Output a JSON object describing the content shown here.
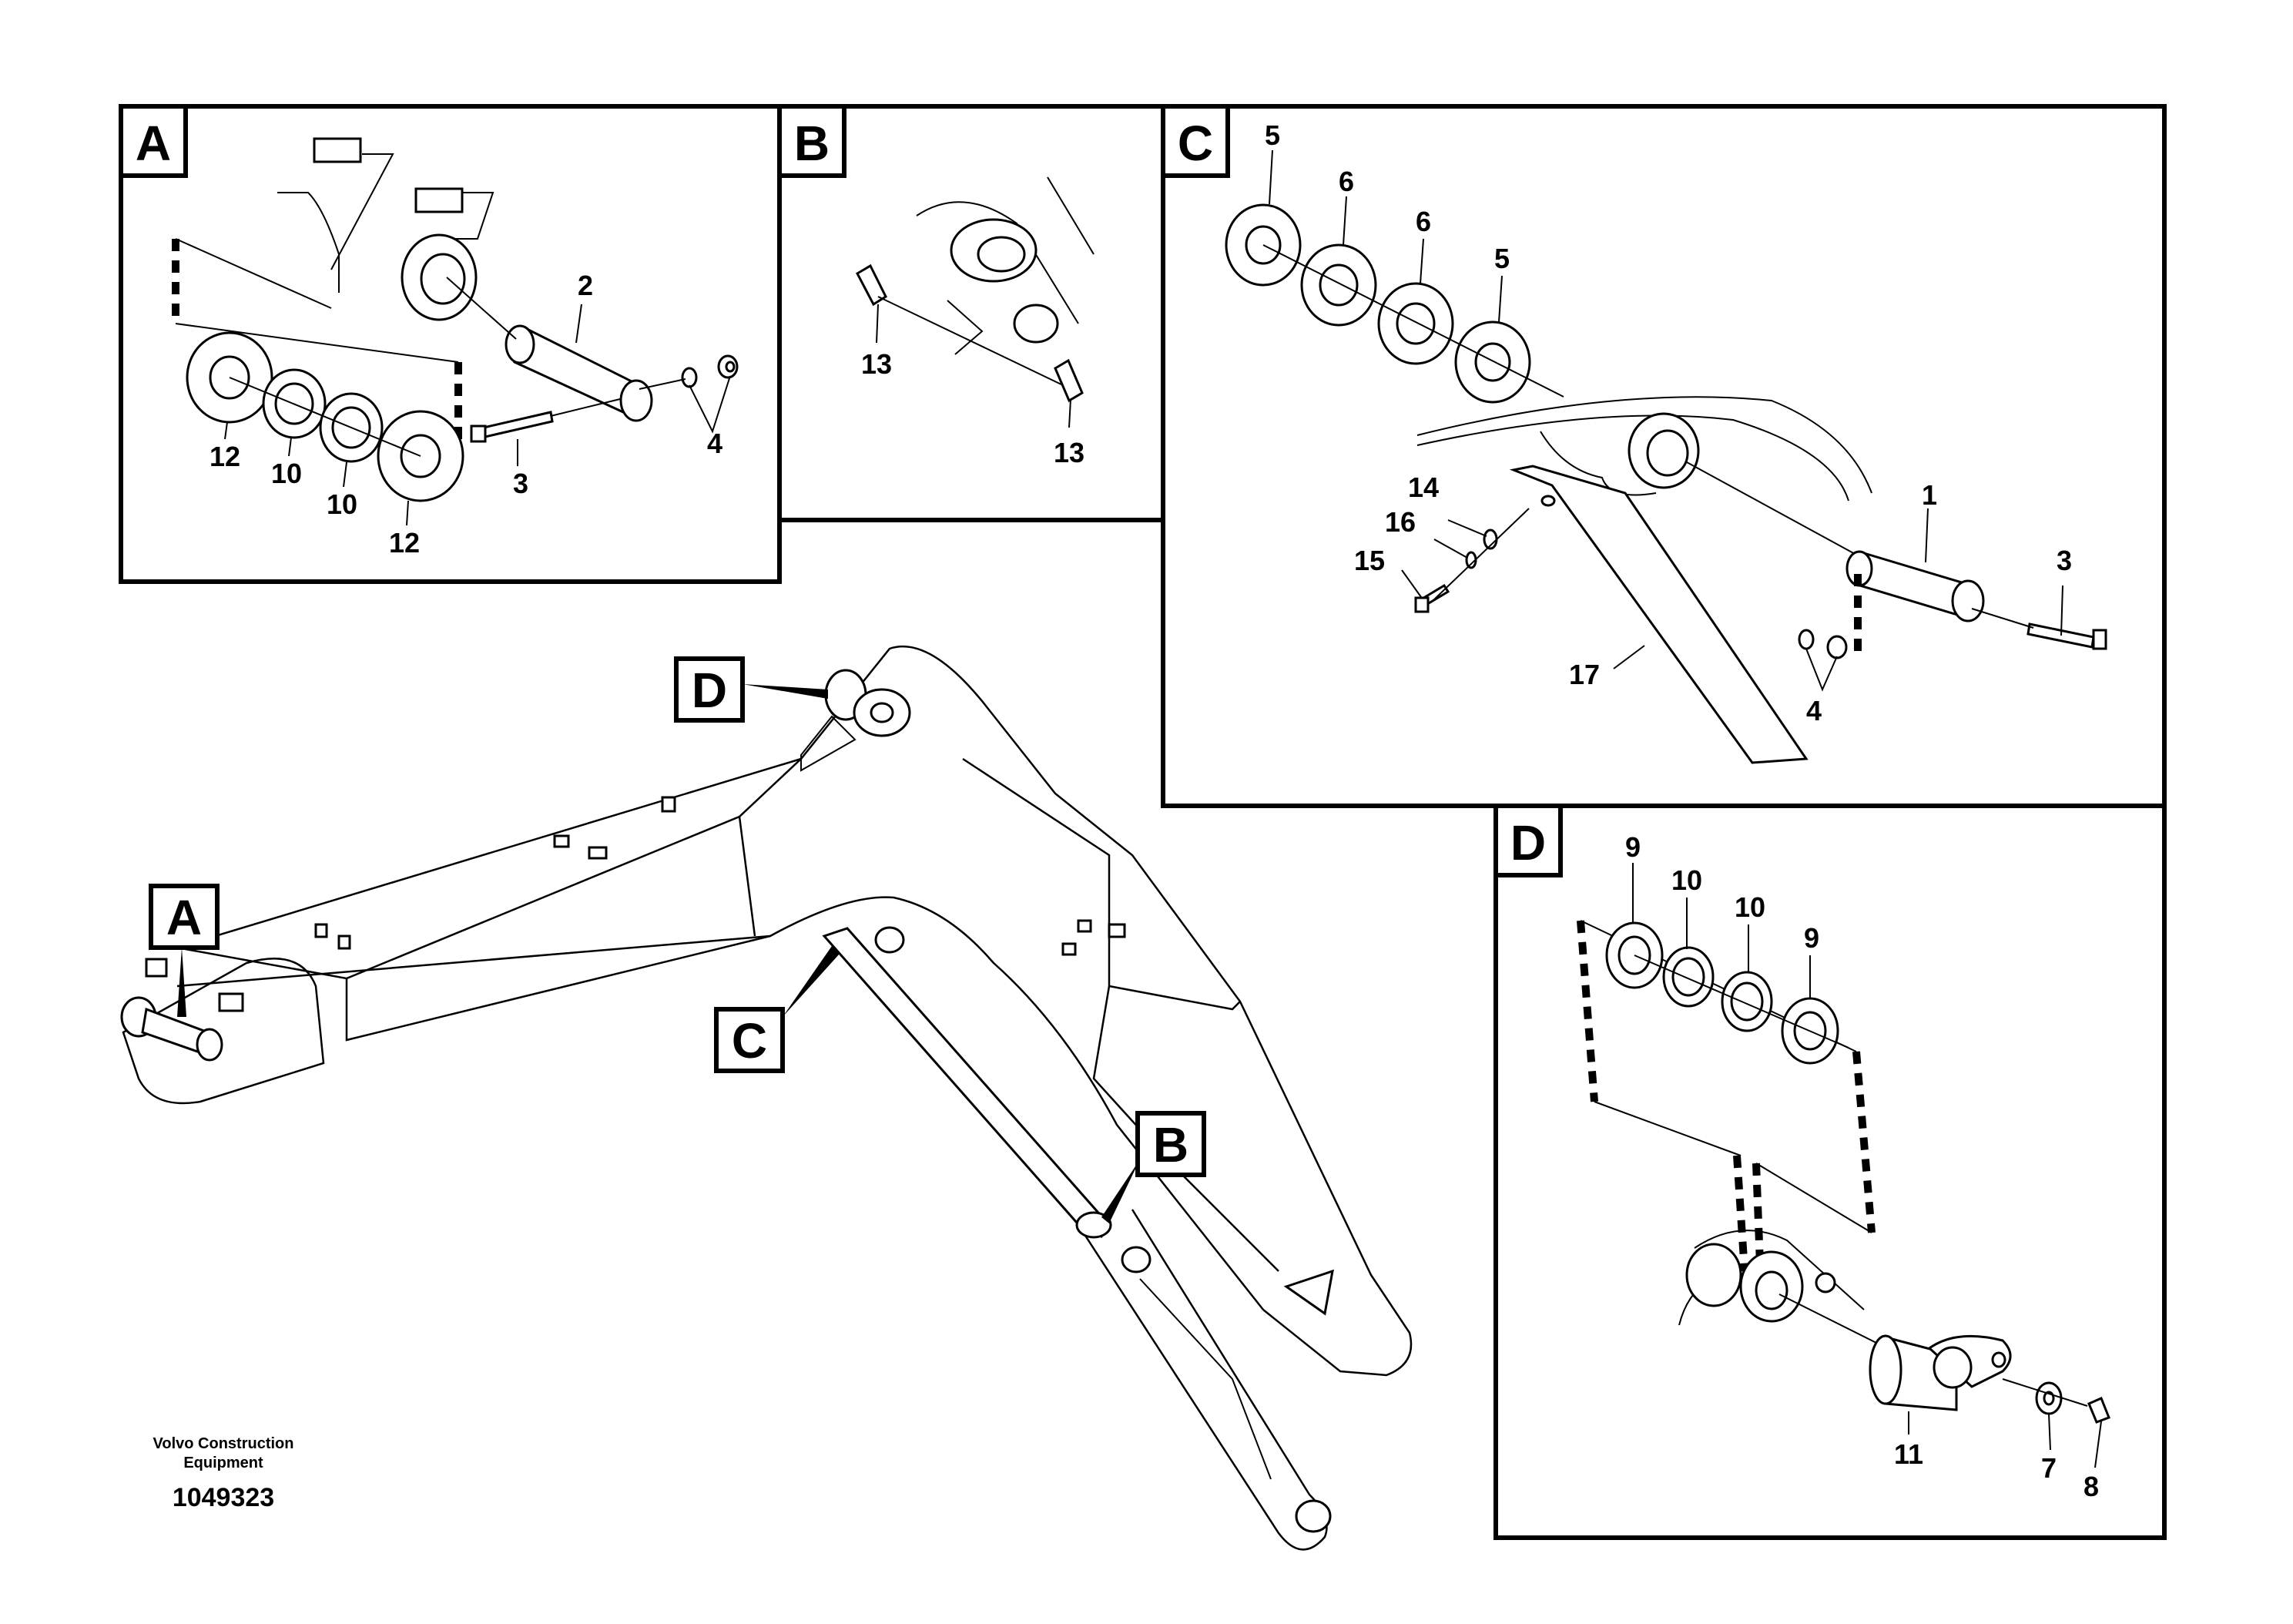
{
  "panels": {
    "a": {
      "letter": "A",
      "callouts": [
        "2",
        "4",
        "3",
        "12",
        "10",
        "10",
        "12"
      ]
    },
    "b": {
      "letter": "B",
      "callouts": [
        "13",
        "13"
      ]
    },
    "c": {
      "letter": "C",
      "callouts": [
        "5",
        "6",
        "6",
        "5",
        "14",
        "16",
        "15",
        "1",
        "3",
        "17",
        "4"
      ]
    },
    "d": {
      "letter": "D",
      "callouts": [
        "9",
        "10",
        "10",
        "9",
        "11",
        "7",
        "8"
      ]
    }
  },
  "boom_labels": {
    "a": "A",
    "b": "B",
    "c": "C",
    "d": "D"
  },
  "footer": {
    "company_line1": "Volvo Construction",
    "company_line2": "Equipment",
    "document_number": "1049323"
  }
}
